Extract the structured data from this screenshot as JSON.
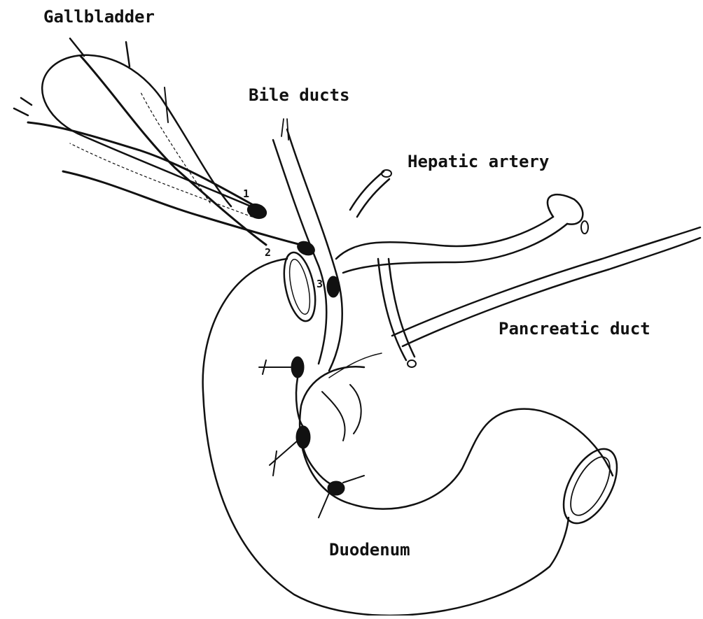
{
  "labels": {
    "gallbladder": "Gallbladder",
    "bile_ducts": "Bile ducts",
    "hepatic_artery": "Hepatic artery",
    "pancreatic_duct": "Pancreatic duct",
    "duodenum": "Duodenum"
  },
  "node_numbers": {
    "one": "1",
    "two": "2",
    "three": "3"
  },
  "colors": {
    "ink": "#111111",
    "background": "#ffffff"
  }
}
